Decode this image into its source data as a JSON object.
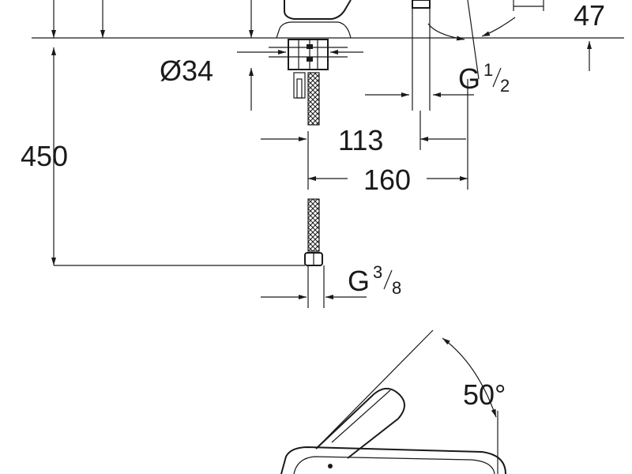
{
  "dimensions": {
    "d47": "47",
    "d34": "Ø34",
    "g12_prefix": "G",
    "g12_num": "1",
    "g12_den": "2",
    "d450": "450",
    "d113": "113",
    "d160": "160",
    "g38_prefix": "G",
    "g38_num": "3",
    "g38_den": "8",
    "angle": "50°"
  }
}
